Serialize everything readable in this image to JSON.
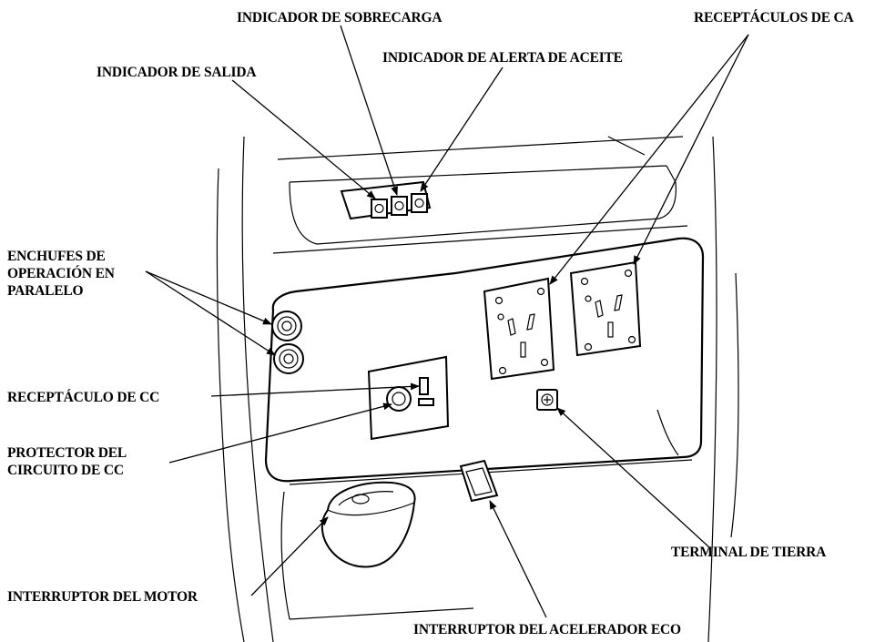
{
  "labels": {
    "sobrecarga": "INDICADOR DE SOBRECARGA",
    "receptaculos_ca": "RECEPTÁCULOS DE CA",
    "alerta_aceite": "INDICADOR DE ALERTA DE ACEITE",
    "salida": "INDICADOR DE SALIDA",
    "enchufes_1": "ENCHUFES DE",
    "enchufes_2": "OPERACIÓN EN",
    "enchufes_3": "PARALELO",
    "receptaculo_cc": "RECEPTÁCULO DE CC",
    "protector_1": "PROTECTOR DEL",
    "protector_2": "CIRCUITO DE CC",
    "terminal_tierra": "TERMINAL DE TIERRA",
    "interruptor_motor": "INTERRUPTOR DEL MOTOR",
    "interruptor_eco": "INTERRUPTOR DEL ACELERADOR ECO"
  }
}
